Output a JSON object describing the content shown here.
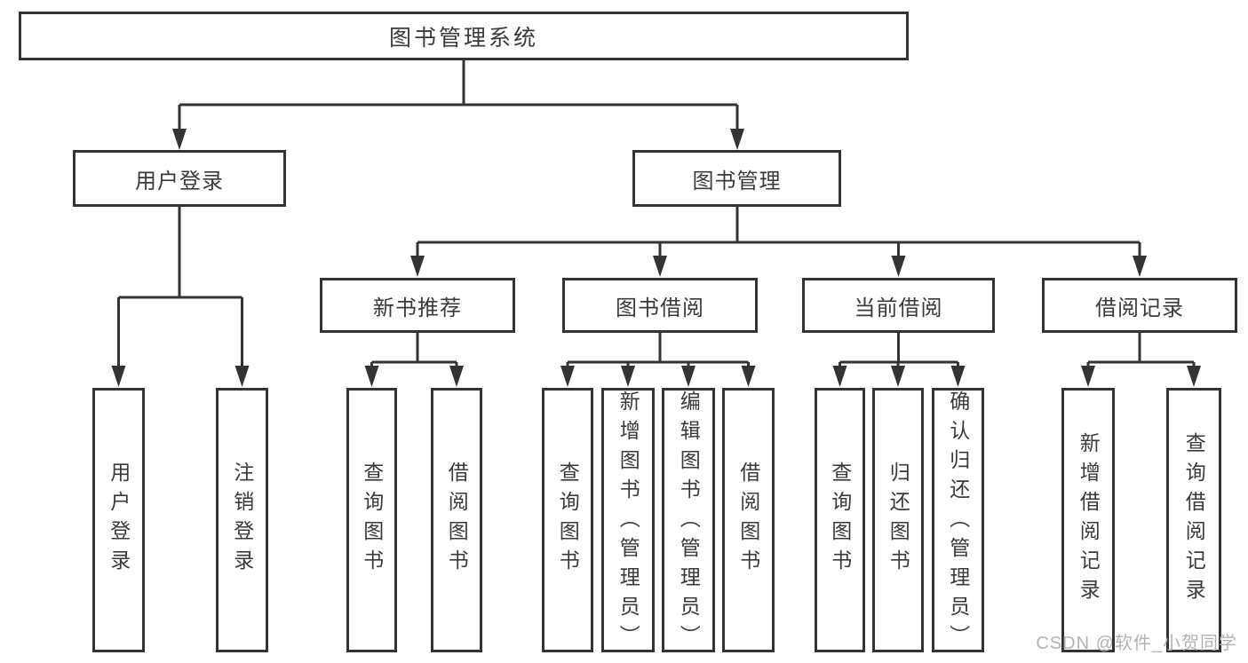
{
  "diagram": {
    "type": "tree",
    "root": {
      "label": "图书管理系统"
    },
    "branches": [
      {
        "label": "用户登录",
        "children": [
          {
            "label": "用户登录"
          },
          {
            "label": "注销登录"
          }
        ]
      },
      {
        "label": "图书管理",
        "children": [
          {
            "label": "新书推荐",
            "children": [
              {
                "label": "查询图书"
              },
              {
                "label": "借阅图书"
              }
            ]
          },
          {
            "label": "图书借阅",
            "children": [
              {
                "label": "查询图书"
              },
              {
                "label": "新增图书（管理员）"
              },
              {
                "label": "编辑图书（管理员）"
              },
              {
                "label": "借阅图书"
              }
            ]
          },
          {
            "label": "当前借阅",
            "children": [
              {
                "label": "查询图书"
              },
              {
                "label": "归还图书"
              },
              {
                "label": "确认归还（管理员）"
              }
            ]
          },
          {
            "label": "借阅记录",
            "children": [
              {
                "label": "新增借阅记录"
              },
              {
                "label": "查询借阅记录"
              }
            ]
          }
        ]
      }
    ]
  },
  "watermark": {
    "text": "CSDN @软件_小贺同学"
  },
  "colors": {
    "line": "#333333",
    "box_border": "#333333",
    "text": "#3a3a3a",
    "watermark": "#b3b3b3",
    "background": "#ffffff"
  }
}
